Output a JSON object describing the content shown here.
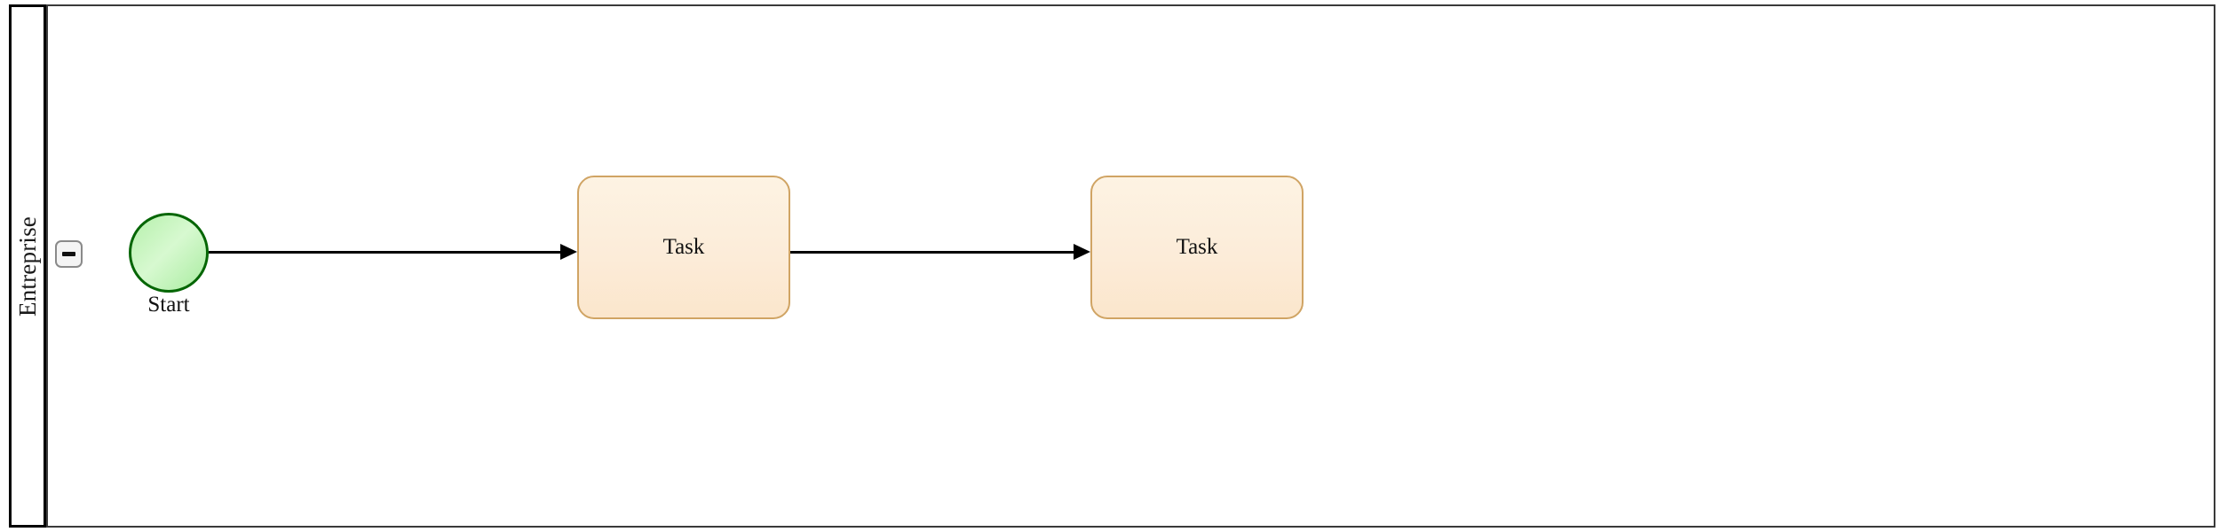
{
  "diagram": {
    "type": "bpmn-process",
    "pool": {
      "lane_label": "Entreprise",
      "collapse_button": {
        "icon": "minus-icon",
        "state": "expanded"
      }
    },
    "nodes": [
      {
        "id": "start-event",
        "kind": "start-event",
        "label": "Start",
        "shape": "circle",
        "fill": "#cdf6c4",
        "stroke": "#056605"
      },
      {
        "id": "task-1",
        "kind": "task",
        "label": "Task",
        "shape": "rounded-rectangle",
        "fill": "#fcecd9",
        "stroke": "#d0a464"
      },
      {
        "id": "task-2",
        "kind": "task",
        "label": "Task",
        "shape": "rounded-rectangle",
        "fill": "#fcecd9",
        "stroke": "#d0a464"
      }
    ],
    "flows": [
      {
        "id": "flow-1",
        "kind": "sequence-flow",
        "from": "start-event",
        "to": "task-1",
        "stroke": "#000000"
      },
      {
        "id": "flow-2",
        "kind": "sequence-flow",
        "from": "task-1",
        "to": "task-2",
        "stroke": "#000000"
      }
    ],
    "colors": {
      "pool_border": "#000000",
      "lane_border": "#3a3a3a",
      "canvas_background": "#ffffff",
      "start_fill": "#cdf6c4",
      "start_stroke": "#056605",
      "task_fill": "#fcecd9",
      "task_stroke": "#d0a464",
      "flow_stroke": "#000000",
      "button_fill": "#f4f4f4",
      "button_stroke": "#8a8a8a"
    }
  }
}
